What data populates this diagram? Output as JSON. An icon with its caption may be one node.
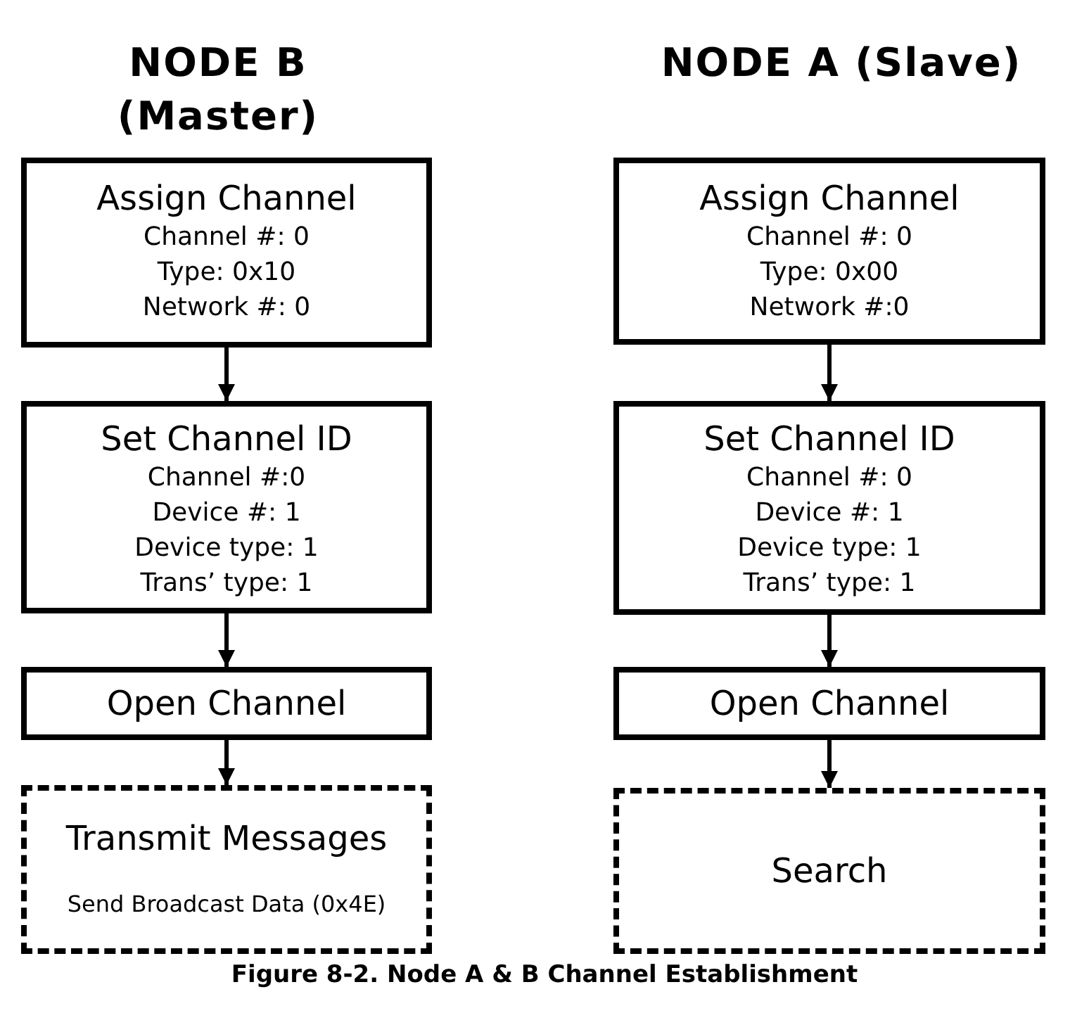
{
  "diagram": {
    "caption": "Figure 8-2. Node A & B Channel Establishment",
    "nodes": [
      {
        "text": [
          "Assign Channel",
          "Channel #: 0",
          "Type: 0x10",
          "Network #: 0"
        ]
      },
      {
        "text": [
          "Set Channel ID",
          "Channel #:0",
          "Device #: 1",
          "Device type: 1",
          "Trans’ type: 1"
        ]
      },
      {
        "text": [
          "Open Channel"
        ]
      },
      {
        "text": [
          "Transmit Messages",
          "Send Broadcast Data (0x4E)"
        ]
      },
      {
        "text": [
          "Assign Channel",
          "Channel #: 0",
          "Type: 0x00",
          "Network #:0"
        ]
      },
      {
        "text": [
          "Set Channel ID",
          "Channel #: 0",
          "Device #: 1",
          "Device type: 1",
          "Trans’ type: 1"
        ]
      },
      {
        "text": [
          "Open Channel"
        ]
      },
      {
        "text": [
          "Search"
        ]
      }
    ],
    "edges": [
      {
        "from": 0,
        "to": 1,
        "arrow": "to"
      },
      {
        "from": 1,
        "to": 2,
        "arrow": "to"
      },
      {
        "from": 2,
        "to": 3,
        "arrow": "to"
      },
      {
        "from": 4,
        "to": 5,
        "arrow": "to"
      },
      {
        "from": 5,
        "to": 6,
        "arrow": "to"
      },
      {
        "from": 6,
        "to": 7,
        "arrow": "to"
      }
    ],
    "labels": [
      "NODE B (Master)",
      "NODE A (Slave)"
    ]
  }
}
